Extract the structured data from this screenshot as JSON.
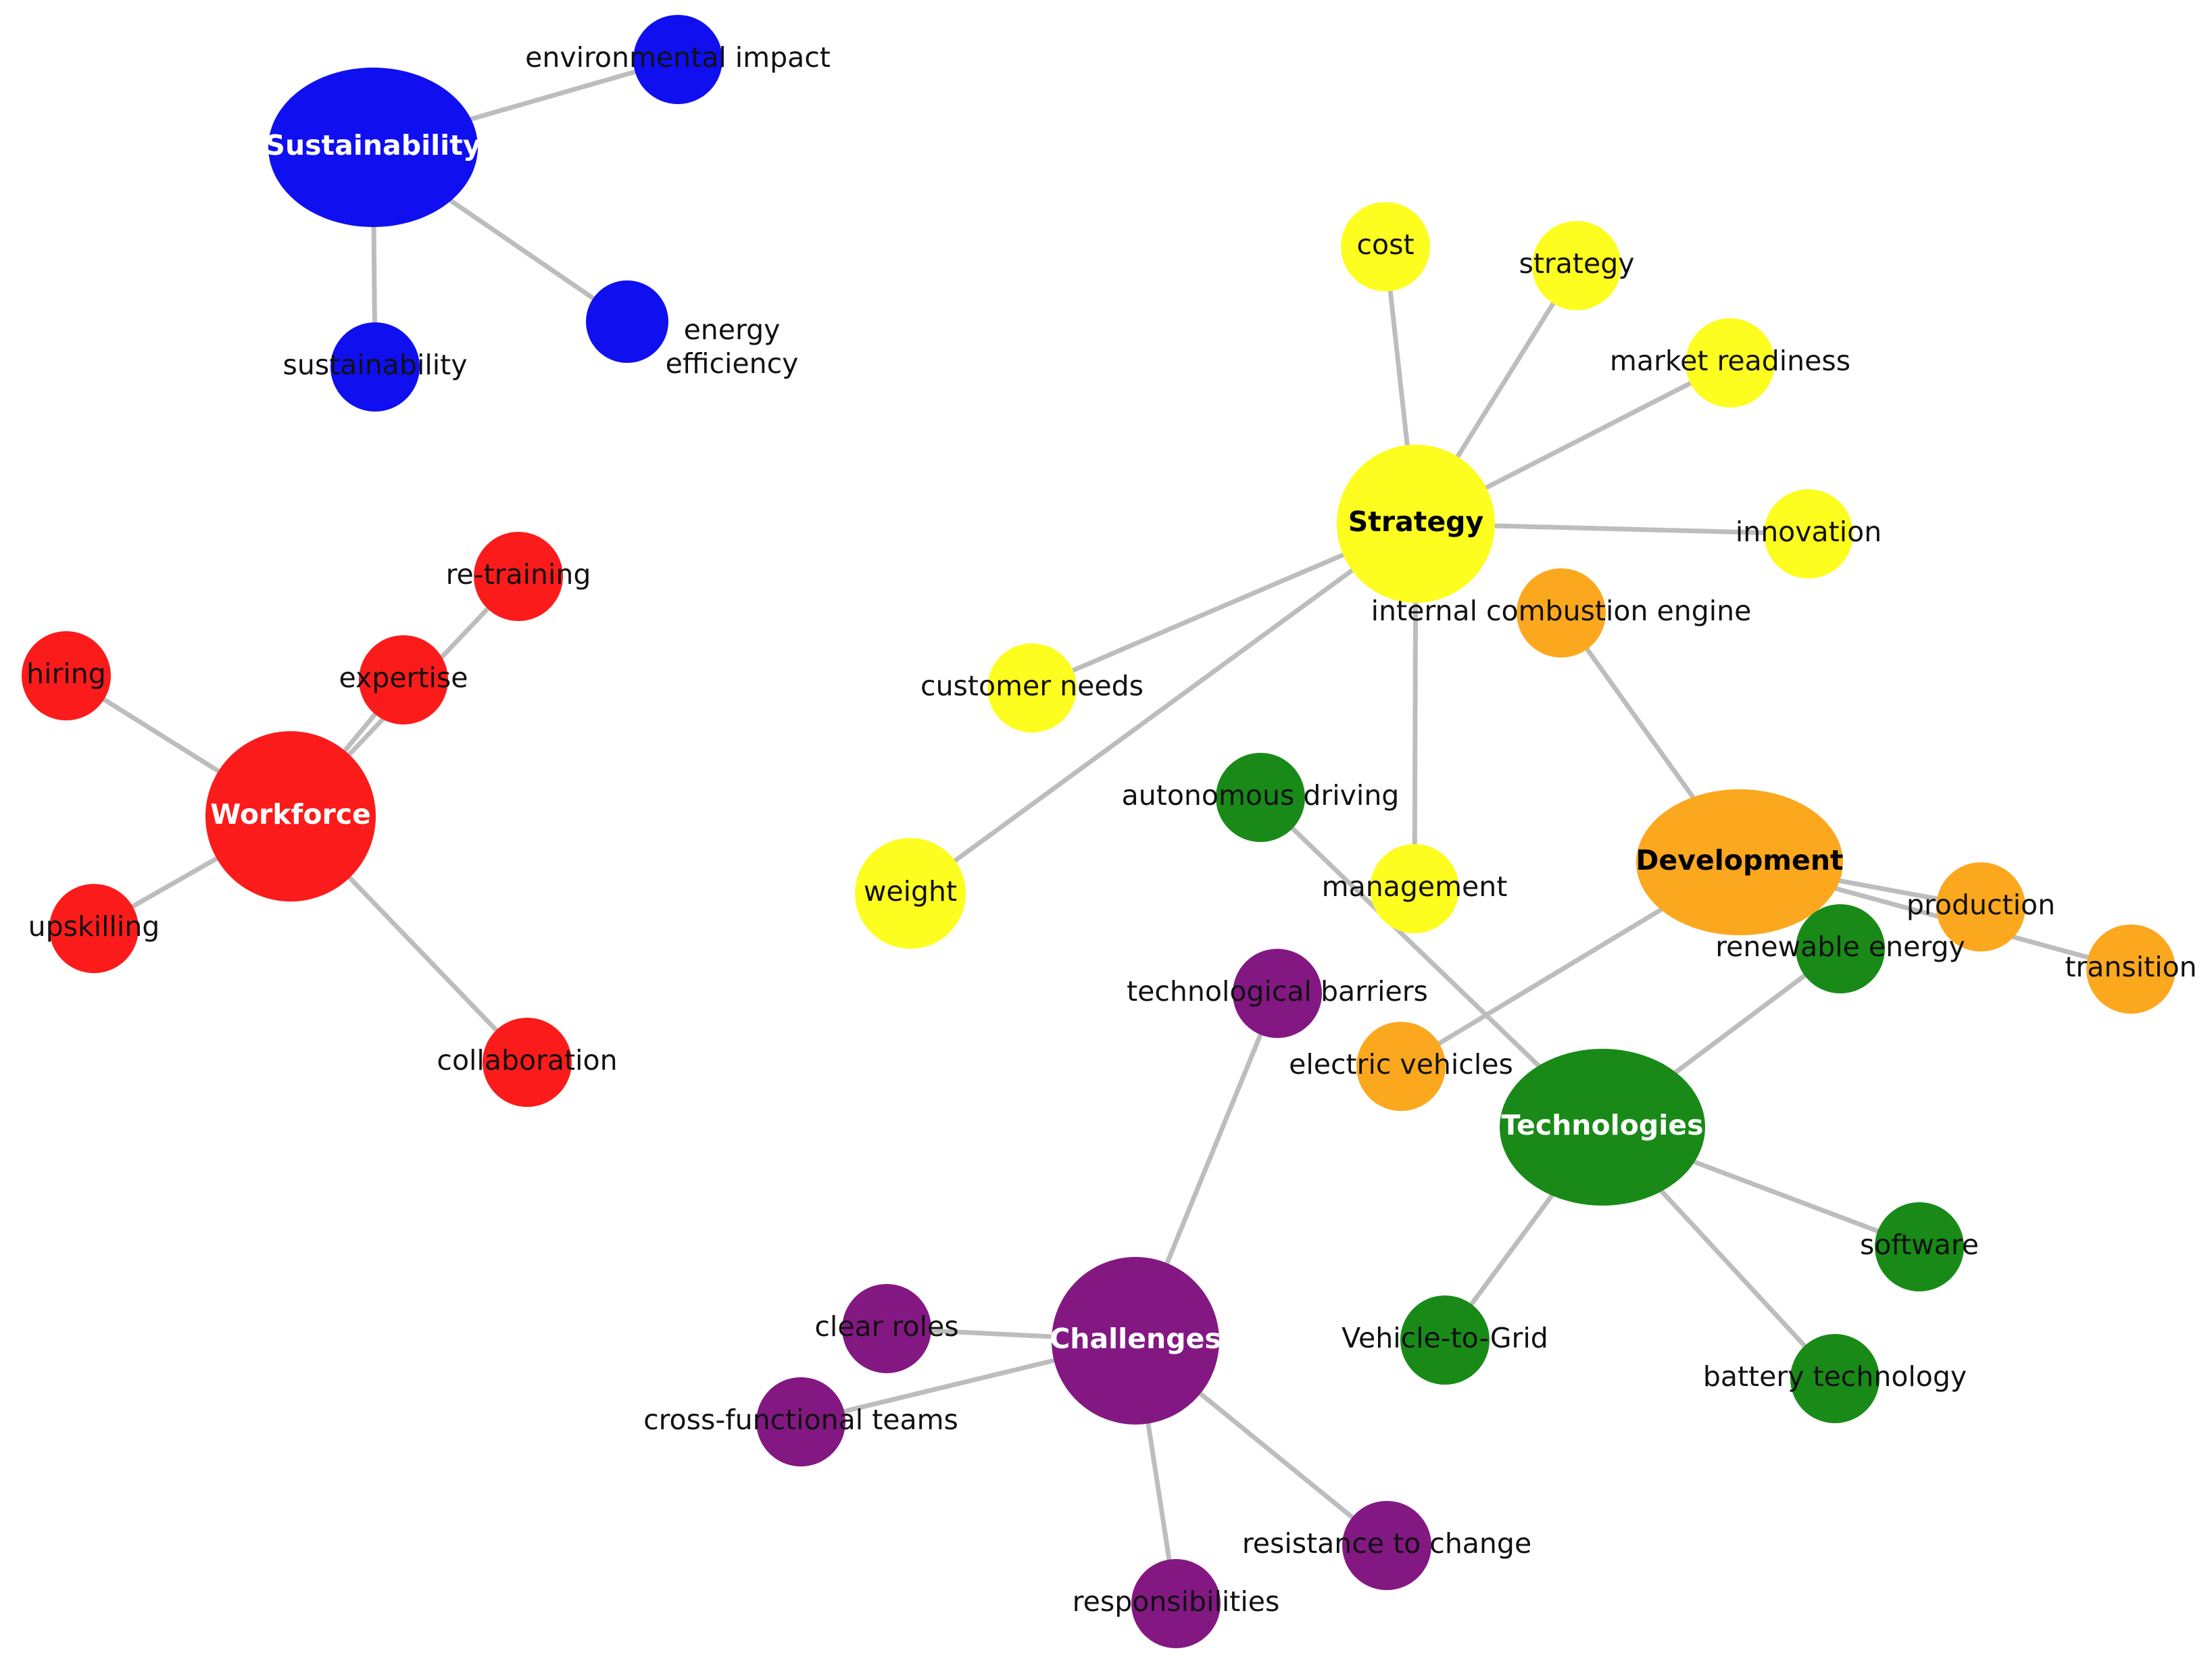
{
  "colors": {
    "blue": "#0f0ff0",
    "red": "#fb1b1b",
    "yellow": "#fdfd20",
    "orange": "#fca81e",
    "green": "#198a18",
    "purple": "#831883",
    "edge": "#bdbdbd"
  },
  "nodes": [
    {
      "id": "sustainability_hub",
      "label": "Sustainability",
      "color": "blue",
      "hub": true,
      "text_color": "#ffffff"
    },
    {
      "id": "environmental_impact",
      "label": "environmental impact",
      "color": "blue"
    },
    {
      "id": "sustainability",
      "label": "sustainability",
      "color": "blue"
    },
    {
      "id": "energy_efficiency",
      "label": "energy\nefficiency",
      "color": "blue"
    },
    {
      "id": "workforce_hub",
      "label": "Workforce",
      "color": "red",
      "hub": true,
      "text_color": "#ffffff"
    },
    {
      "id": "re_training",
      "label": "re-training",
      "color": "red"
    },
    {
      "id": "expertise",
      "label": "expertise",
      "color": "red"
    },
    {
      "id": "hiring",
      "label": "hiring",
      "color": "red"
    },
    {
      "id": "upskilling",
      "label": "upskilling",
      "color": "red"
    },
    {
      "id": "collaboration",
      "label": "collaboration",
      "color": "red"
    },
    {
      "id": "strategy_hub",
      "label": "Strategy",
      "color": "yellow",
      "hub": true,
      "text_color": "#000000"
    },
    {
      "id": "cost",
      "label": "cost",
      "color": "yellow"
    },
    {
      "id": "strategy",
      "label": "strategy",
      "color": "yellow"
    },
    {
      "id": "market_readiness",
      "label": "market readiness",
      "color": "yellow"
    },
    {
      "id": "innovation",
      "label": "innovation",
      "color": "yellow"
    },
    {
      "id": "customer_needs",
      "label": "customer needs",
      "color": "yellow"
    },
    {
      "id": "weight",
      "label": "weight",
      "color": "yellow"
    },
    {
      "id": "management",
      "label": "management",
      "color": "yellow"
    },
    {
      "id": "development_hub",
      "label": "Development",
      "color": "orange",
      "hub": true,
      "text_color": "#000000"
    },
    {
      "id": "internal_combustion_engine",
      "label": "internal combustion engine",
      "color": "orange"
    },
    {
      "id": "production",
      "label": "production",
      "color": "orange"
    },
    {
      "id": "transition",
      "label": "transition",
      "color": "orange"
    },
    {
      "id": "electric_vehicles",
      "label": "electric vehicles",
      "color": "orange"
    },
    {
      "id": "technologies_hub",
      "label": "Technologies",
      "color": "green",
      "hub": true,
      "text_color": "#ffffff"
    },
    {
      "id": "autonomous_driving",
      "label": "autonomous driving",
      "color": "green"
    },
    {
      "id": "renewable_energy",
      "label": "renewable energy",
      "color": "green"
    },
    {
      "id": "software",
      "label": "software",
      "color": "green"
    },
    {
      "id": "vehicle_to_grid",
      "label": "Vehicle-to-Grid",
      "color": "green"
    },
    {
      "id": "battery_technology",
      "label": "battery technology",
      "color": "green"
    },
    {
      "id": "challenges_hub",
      "label": "Challenges",
      "color": "purple",
      "hub": true,
      "text_color": "#ffffff"
    },
    {
      "id": "technological_barriers",
      "label": "technological barriers",
      "color": "purple"
    },
    {
      "id": "clear_roles",
      "label": "clear roles",
      "color": "purple"
    },
    {
      "id": "cross_functional_teams",
      "label": "cross-functional teams",
      "color": "purple"
    },
    {
      "id": "responsibilities",
      "label": "responsibilities",
      "color": "purple"
    },
    {
      "id": "resistance_to_change",
      "label": "resistance to change",
      "color": "purple"
    }
  ],
  "edges": [
    [
      "sustainability_hub",
      "environmental_impact"
    ],
    [
      "sustainability_hub",
      "sustainability"
    ],
    [
      "sustainability_hub",
      "energy_efficiency"
    ],
    [
      "workforce_hub",
      "re_training"
    ],
    [
      "workforce_hub",
      "expertise"
    ],
    [
      "workforce_hub",
      "hiring"
    ],
    [
      "workforce_hub",
      "upskilling"
    ],
    [
      "workforce_hub",
      "collaboration"
    ],
    [
      "strategy_hub",
      "cost"
    ],
    [
      "strategy_hub",
      "strategy"
    ],
    [
      "strategy_hub",
      "market_readiness"
    ],
    [
      "strategy_hub",
      "innovation"
    ],
    [
      "strategy_hub",
      "customer_needs"
    ],
    [
      "strategy_hub",
      "weight"
    ],
    [
      "strategy_hub",
      "management"
    ],
    [
      "development_hub",
      "internal_combustion_engine"
    ],
    [
      "development_hub",
      "production"
    ],
    [
      "development_hub",
      "transition"
    ],
    [
      "development_hub",
      "electric_vehicles"
    ],
    [
      "technologies_hub",
      "autonomous_driving"
    ],
    [
      "technologies_hub",
      "renewable_energy"
    ],
    [
      "technologies_hub",
      "software"
    ],
    [
      "technologies_hub",
      "vehicle_to_grid"
    ],
    [
      "technologies_hub",
      "battery_technology"
    ],
    [
      "challenges_hub",
      "technological_barriers"
    ],
    [
      "challenges_hub",
      "clear_roles"
    ],
    [
      "challenges_hub",
      "cross_functional_teams"
    ],
    [
      "challenges_hub",
      "responsibilities"
    ],
    [
      "challenges_hub",
      "resistance_to_change"
    ]
  ]
}
